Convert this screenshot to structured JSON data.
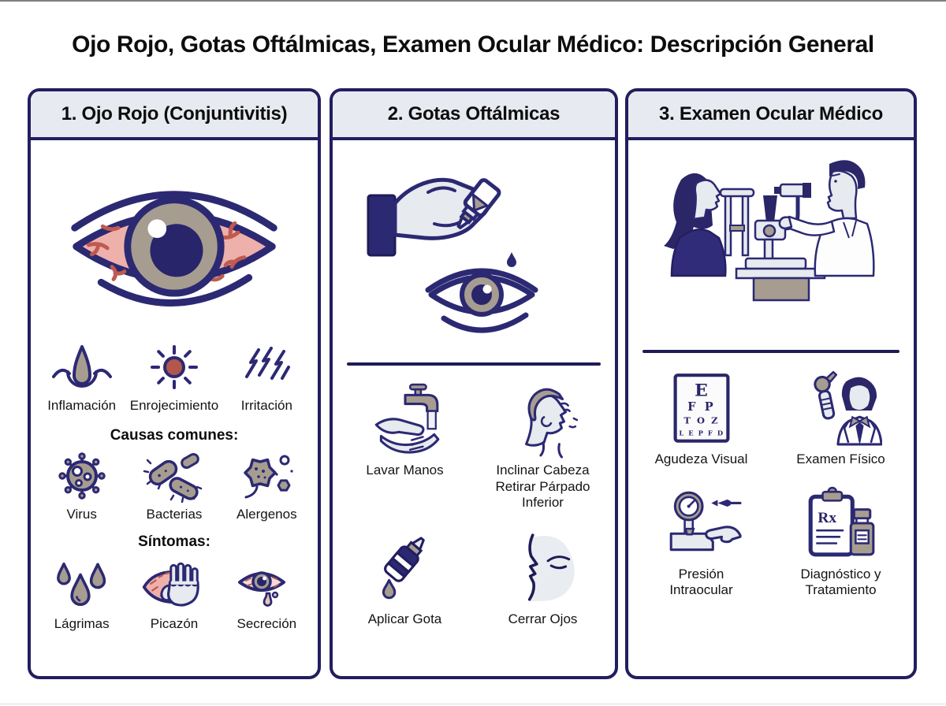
{
  "title": "Ojo Rojo, Gotas Oftálmicas, Examen Ocular Médico: Descripción General",
  "palette": {
    "border_navy": "#221e5f",
    "icon_navy": "#2c2973",
    "fill_navy": "#2a2668",
    "header_bg": "#e8eaf1",
    "taupe": "#a69d90",
    "light_gray": "#e7eaee",
    "pink": "#eeb0aa",
    "vessel_red": "#bf5a50",
    "sun_red": "#b2574e"
  },
  "columns": {
    "red_eye": {
      "header": "1. Ojo Rojo (Conjuntivitis)",
      "signs": [
        {
          "name": "inflammation",
          "label": "Inflamación"
        },
        {
          "name": "redness",
          "label": "Enrojecimiento"
        },
        {
          "name": "irritation",
          "label": "Irritación"
        }
      ],
      "causes_heading": "Causas comunes:",
      "causes": [
        {
          "name": "virus",
          "label": "Virus"
        },
        {
          "name": "bacteria",
          "label": "Bacterias"
        },
        {
          "name": "allergens",
          "label": "Alergenos"
        }
      ],
      "symptoms_heading": "Síntomas:",
      "symptoms": [
        {
          "name": "tears",
          "label": "Lágrimas"
        },
        {
          "name": "itching",
          "label": "Picazón"
        },
        {
          "name": "discharge",
          "label": "Secreción"
        }
      ]
    },
    "eye_drops": {
      "header": "2. Gotas Oftálmicas",
      "steps": [
        {
          "name": "wash-hands",
          "label": "Lavar Manos"
        },
        {
          "name": "tilt-head",
          "label": "Inclinar Cabeza\nRetirar Párpado\nInferior"
        },
        {
          "name": "apply-drop",
          "label": "Aplicar Gota"
        },
        {
          "name": "close-eyes",
          "label": "Cerrar Ojos"
        }
      ]
    },
    "eye_exam": {
      "header": "3. Examen Ocular Médico",
      "eye_chart_rows": [
        "E",
        "F P",
        "T O Z",
        "L E P F D"
      ],
      "rx_label": "Rx",
      "steps": [
        {
          "name": "visual-acuity",
          "label": "Agudeza Visual"
        },
        {
          "name": "physical-exam",
          "label": "Examen Físico"
        },
        {
          "name": "intraocular-pressure",
          "label": "Presión\nIntraocular"
        },
        {
          "name": "diagnosis-treatment",
          "label": "Diagnóstico y\nTratamiento"
        }
      ]
    }
  }
}
